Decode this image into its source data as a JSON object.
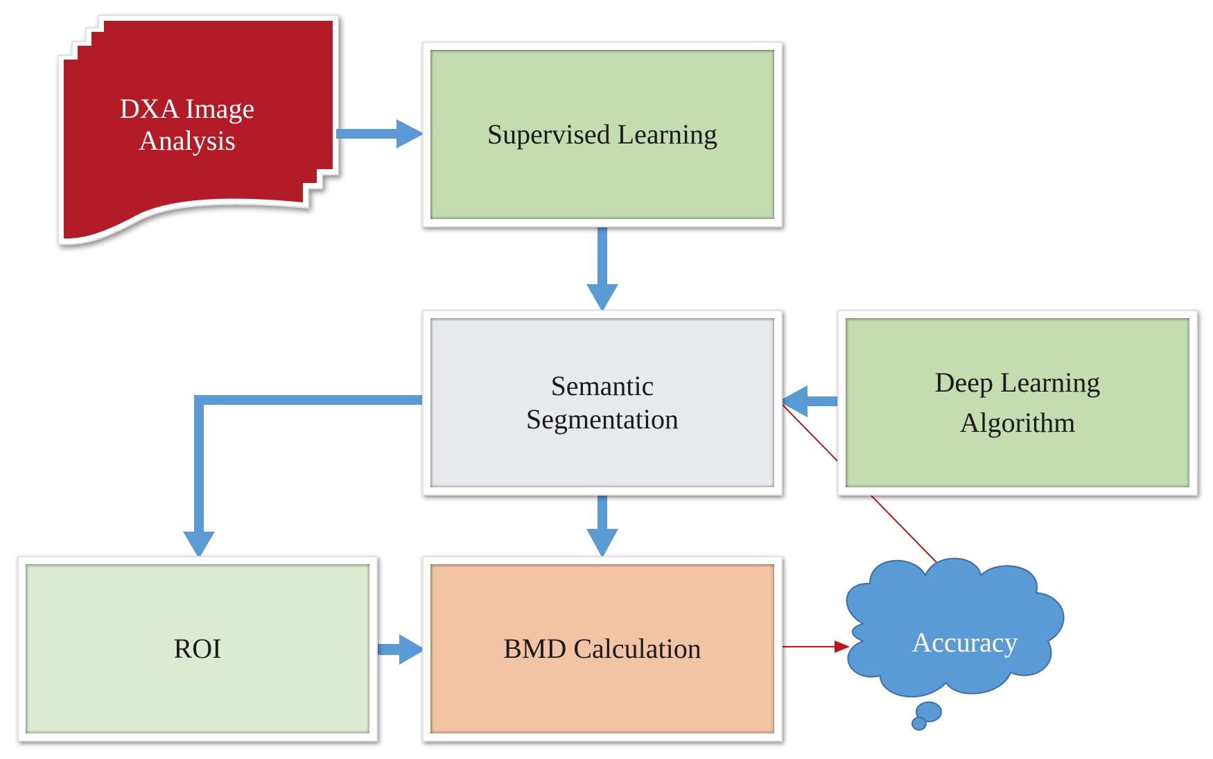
{
  "colors": {
    "red_doc": "#b31b26",
    "green_box": "#c4ddb0",
    "light_green_box": "#dbead0",
    "grey_box": "#e8e9ec",
    "peach_box": "#f2c4a4",
    "blue_arrow": "#5b9bd5",
    "red_arrow": "#c0141c",
    "cloud": "#5b9bd5"
  },
  "nodes": {
    "dxa": {
      "line1": "DXA Image",
      "line2": "Analysis"
    },
    "supervised": {
      "label": "Supervised Learning"
    },
    "semantic": {
      "line1": "Semantic",
      "line2": "Segmentation"
    },
    "deep": {
      "line1": "Deep Learning",
      "line2": "Algorithm"
    },
    "roi": {
      "label": "ROI"
    },
    "bmd": {
      "label": "BMD Calculation"
    },
    "accuracy": {
      "label": "Accuracy"
    }
  }
}
